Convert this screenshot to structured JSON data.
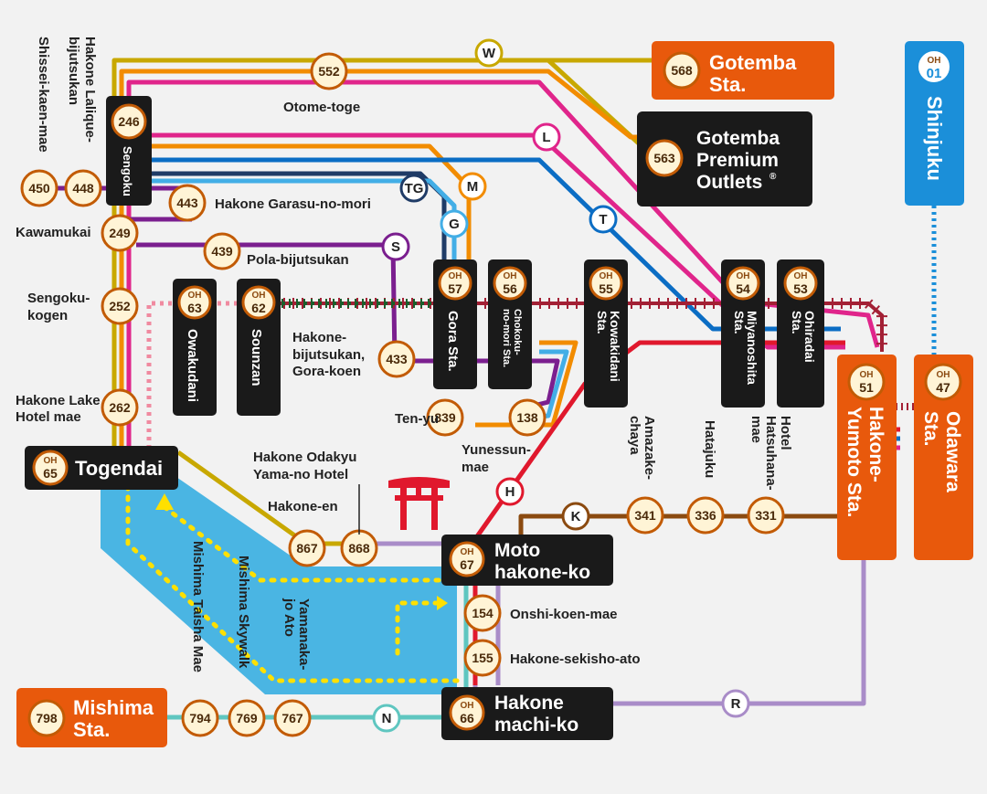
{
  "colors": {
    "background": "#f2f2f2",
    "lake": "#4ab5e3",
    "gold": "#c8a800",
    "orange": "#f28c00",
    "pink": "#e0258b",
    "blue": "#0b6dc4",
    "light_blue": "#43aee6",
    "navy": "#1f3b66",
    "purple": "#7b1f8f",
    "dark_green": "#1a5e2c",
    "red": "#e0182d",
    "ropeway_pink": "#f08aa0",
    "brown": "#8b4a10",
    "lavender": "#a98cc8",
    "teal": "#5fc6c0",
    "station_orange": "#e8590c",
    "station_black": "#1a1a1a",
    "station_blue": "#1b8fd9",
    "stop_fill": "#fff4d6"
  },
  "stations": {
    "gotemba": {
      "name": "Gotemba Sta.",
      "code": "568"
    },
    "gotemba_outlets": {
      "name": "Gotemba Premium Outlets",
      "reg": "®",
      "code": "563"
    },
    "shinjuku": {
      "name": "Shinjuku",
      "oh": "OH",
      "num": "01"
    },
    "mishima": {
      "name": "Mishima Sta.",
      "code": "798"
    },
    "hakone_yumoto": {
      "name": "Hakone-Yumoto Sta.",
      "oh": "OH",
      "num": "51"
    },
    "odawara": {
      "name": "Odawara Sta.",
      "oh": "OH",
      "num": "47"
    },
    "togendai": {
      "name": "Togendai",
      "oh": "OH",
      "num": "65"
    },
    "moto_hakone": {
      "name": "Moto hakone-ko",
      "oh": "OH",
      "num": "67"
    },
    "hakone_machi": {
      "name": "Hakone machi-ko",
      "oh": "OH",
      "num": "66"
    },
    "sengoku": {
      "name": "Sengoku",
      "code": "246"
    },
    "owakudani": {
      "name": "Owakudani",
      "oh": "OH",
      "num": "63"
    },
    "sounzan": {
      "name": "Sounzan",
      "oh": "OH",
      "num": "62"
    },
    "gora": {
      "name": "Gora Sta.",
      "oh": "OH",
      "num": "57"
    },
    "chokoku": {
      "name": "Chokoku-no-mori Sta.",
      "oh": "OH",
      "num": "56"
    },
    "kowakidani": {
      "name": "Kowakidani Sta.",
      "oh": "OH",
      "num": "55"
    },
    "miyanoshita": {
      "name": "Miyanoshita Sta.",
      "oh": "OH",
      "num": "54"
    },
    "ohiradai": {
      "name": "Ohiradai Sta.",
      "oh": "OH",
      "num": "53"
    }
  },
  "stops": [
    {
      "code": "552",
      "name": "Otome-toge"
    },
    {
      "code": "450",
      "name": "Shissei-kaen-mae"
    },
    {
      "code": "448",
      "name": "Hakone Lalique-bijutsukan"
    },
    {
      "code": "443",
      "name": "Hakone Garasu-no-mori"
    },
    {
      "code": "249",
      "name": "Kawamukai"
    },
    {
      "code": "439",
      "name": "Pola-bijutsukan"
    },
    {
      "code": "252",
      "name": "Sengoku-kogen"
    },
    {
      "code": "433",
      "name": "Hakone-bijutsukan, Gora-koen"
    },
    {
      "code": "262",
      "name": "Hakone Lake Hotel mae"
    },
    {
      "code": "839",
      "name": "Ten-yu"
    },
    {
      "code": "138",
      "name": "Yunessun-mae"
    },
    {
      "code": "867",
      "name": "Hakone-en"
    },
    {
      "code": "868",
      "name": "Hakone Odakyu Yama-no Hotel"
    },
    {
      "code": "341",
      "name": "Amazake-chaya"
    },
    {
      "code": "336",
      "name": "Hatajuku"
    },
    {
      "code": "331",
      "name": "Hotel Hatsuhana-mae"
    },
    {
      "code": "154",
      "name": "Onshi-koen-mae"
    },
    {
      "code": "155",
      "name": "Hakone-sekisho-ato"
    },
    {
      "code": "794",
      "name": "Mishima Taisha Mae"
    },
    {
      "code": "769",
      "name": "Mishima Skywalk"
    },
    {
      "code": "767",
      "name": "Yamanaka-jo Ato"
    }
  ],
  "route_letters": [
    "W",
    "L",
    "M",
    "TG",
    "G",
    "T",
    "S",
    "H",
    "K",
    "N",
    "R"
  ],
  "icons": [
    "torii-gate-icon",
    "registered-mark"
  ]
}
